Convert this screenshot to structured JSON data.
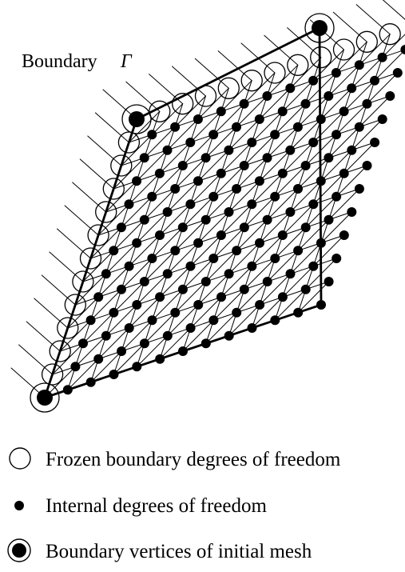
{
  "diagram": {
    "boundary_label": "Boundary",
    "boundary_symbol": "Γ",
    "mesh_subdivisions": 12
  },
  "legend": {
    "frozen": "Frozen boundary degrees of freedom",
    "internal": "Internal degrees of freedom",
    "vertices": "Boundary vertices of initial mesh"
  },
  "colors": {
    "ink": "#000000",
    "background": "#ffffff"
  }
}
